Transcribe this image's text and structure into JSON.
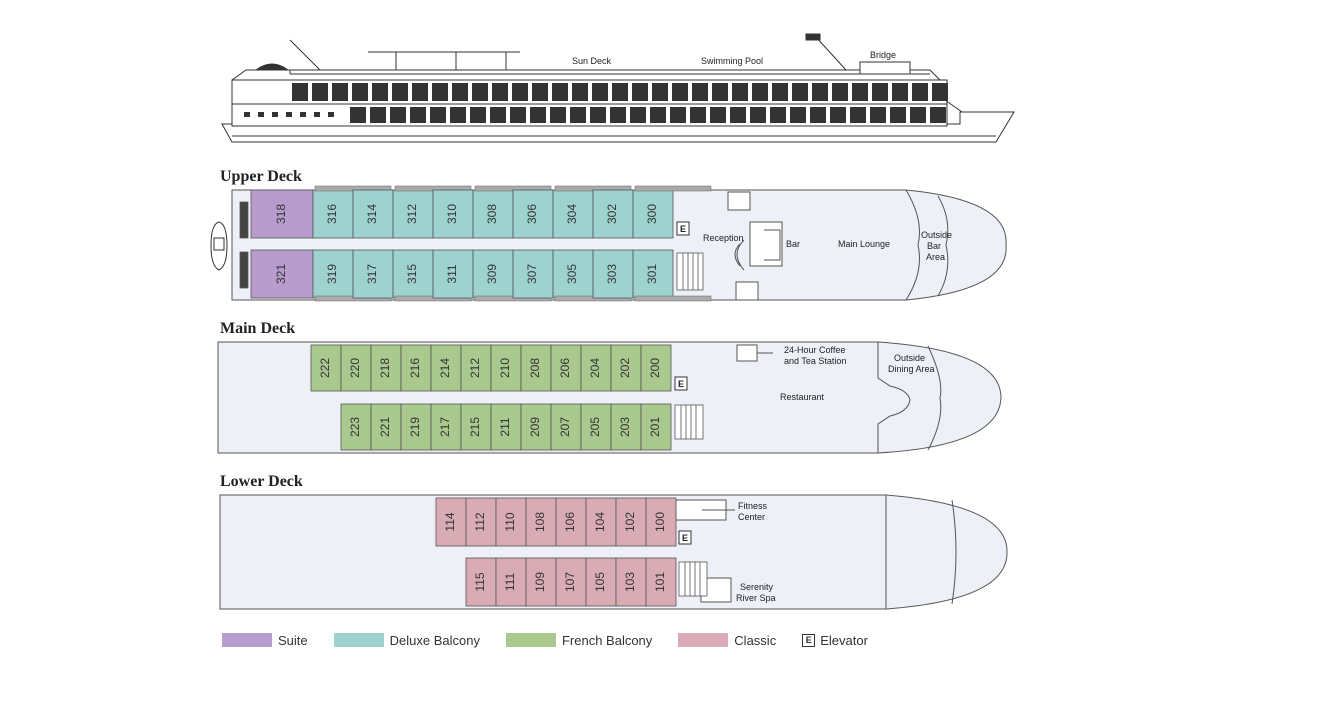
{
  "profile": {
    "labels": {
      "sun_deck": "Sun Deck",
      "swimming_pool": "Swimming Pool",
      "bridge": "Bridge"
    }
  },
  "colors": {
    "suite": "#b79ccd",
    "deluxe": "#9dd2cf",
    "french": "#a9c98f",
    "classic": "#d9abb5",
    "hull": "#eef0f8",
    "outline": "#555555"
  },
  "decks": {
    "upper": {
      "title": "Upper Deck",
      "top_row": [
        "318",
        "316",
        "314",
        "312",
        "310",
        "308",
        "306",
        "304",
        "302",
        "300"
      ],
      "bottom_row": [
        "321",
        "319",
        "317",
        "315",
        "311",
        "309",
        "307",
        "305",
        "303",
        "301"
      ],
      "labels": {
        "reception": "Reception",
        "bar": "Bar",
        "main_lounge": "Main Lounge",
        "outside_bar_1": "Outside",
        "outside_bar_2": "Bar",
        "outside_bar_3": "Area"
      }
    },
    "main": {
      "title": "Main Deck",
      "top_row": [
        "222",
        "220",
        "218",
        "216",
        "214",
        "212",
        "210",
        "208",
        "206",
        "204",
        "202",
        "200"
      ],
      "bottom_row": [
        "223",
        "221",
        "219",
        "217",
        "215",
        "211",
        "209",
        "207",
        "205",
        "203",
        "201"
      ],
      "labels": {
        "coffee_1": "24-Hour Coffee",
        "coffee_2": "and Tea Station",
        "restaurant": "Restaurant",
        "outside_dining_1": "Outside",
        "outside_dining_2": "Dining Area"
      }
    },
    "lower": {
      "title": "Lower Deck",
      "top_row": [
        "114",
        "112",
        "110",
        "108",
        "106",
        "104",
        "102",
        "100"
      ],
      "bottom_row": [
        "115",
        "111",
        "109",
        "107",
        "105",
        "103",
        "101"
      ],
      "labels": {
        "fitness_1": "Fitness",
        "fitness_2": "Center",
        "spa_1": "Serenity",
        "spa_2": "River Spa"
      }
    }
  },
  "elevator_mark": "E",
  "legend": [
    {
      "label": "Suite",
      "color": "#b79ccd"
    },
    {
      "label": "Deluxe Balcony",
      "color": "#9dd2cf"
    },
    {
      "label": "French Balcony",
      "color": "#a9c98f"
    },
    {
      "label": "Classic",
      "color": "#d9abb5"
    },
    {
      "label": "Elevator",
      "key": "E"
    }
  ]
}
